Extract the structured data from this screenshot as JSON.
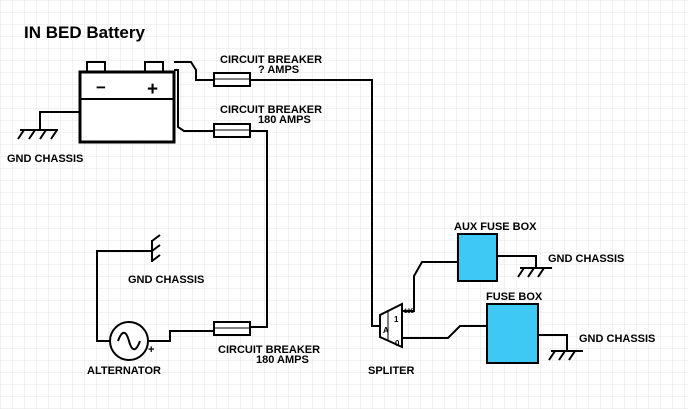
{
  "title": "IN BED Battery",
  "battery": {
    "minus": "−",
    "plus": "+"
  },
  "labels": {
    "breaker1_line1": "CIRCUIT BREAKER",
    "breaker1_line2": "? AMPS",
    "breaker2_line1": "CIRCUIT BREAKER",
    "breaker2_line2": "180 AMPS",
    "breaker3_line1": "CIRCUIT BREAKER",
    "breaker3_line2": "180 AMPS",
    "gnd_battery": "GND CHASSIS",
    "gnd_alternator": "GND CHASSIS",
    "gnd_aux": "GND CHASSIS",
    "gnd_fuse": "GND CHASSIS",
    "alternator": "ALTERNATOR",
    "alternator_plus": "+",
    "splitter": "SPLITER",
    "aux_fuse_box": "AUX FUSE BOX",
    "fuse_box": "FUSE BOX"
  },
  "splitter_marks": {
    "top": "135",
    "a": "A",
    "one": "1",
    "zero": "0"
  },
  "colors": {
    "fuse_fill": "#3ec8f4",
    "wire": "#000000",
    "grid": "#e3e3e3"
  }
}
